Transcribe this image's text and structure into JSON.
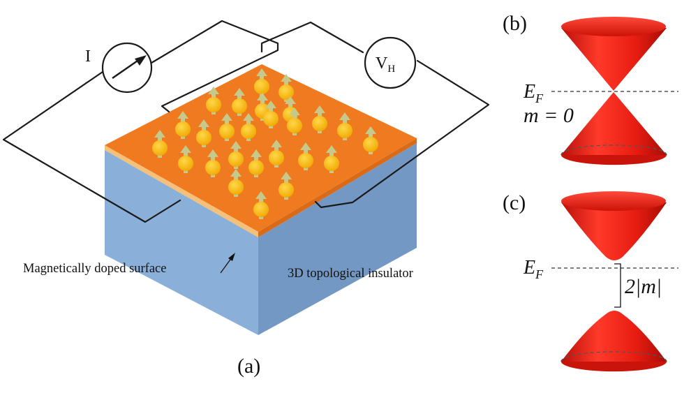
{
  "panel_a": {
    "label": "(a)",
    "current_meter_label": "I",
    "voltmeter_label_main": "V",
    "voltmeter_label_sub": "H",
    "surface_label": "Magnetically doped surface",
    "bulk_label": "3D topological insulator"
  },
  "panel_b": {
    "label": "(b)",
    "fermi_main": "E",
    "fermi_sub": "F",
    "mass_label": "m = 0"
  },
  "panel_c": {
    "label": "(c)",
    "fermi_main": "E",
    "fermi_sub": "F",
    "gap_label": "2|m|"
  },
  "colors": {
    "surface_top": "#f07a1f",
    "surface_edge": "#d86a18",
    "surface_layer": "#f5c07a",
    "bulk_front": "#8aafd8",
    "bulk_side": "#7498c4",
    "spin_ball": "#f5b800",
    "spin_arrow": "#c7c98a",
    "cone": "#dd1a10"
  }
}
